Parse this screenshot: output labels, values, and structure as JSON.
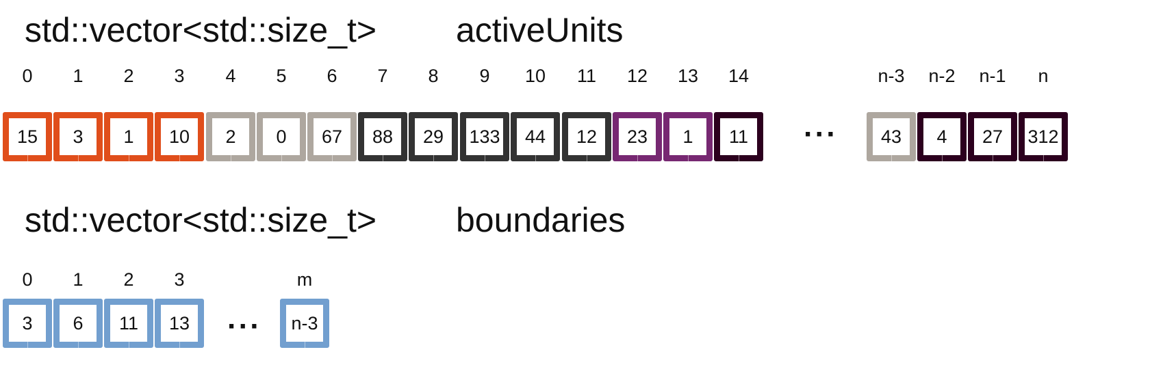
{
  "active_units": {
    "type_label": "std::vector<std::size_t>",
    "var_label": "activeUnits",
    "cells": [
      {
        "index": "0",
        "value": "15",
        "color": "#e04e1b"
      },
      {
        "index": "1",
        "value": "3",
        "color": "#e04e1b"
      },
      {
        "index": "2",
        "value": "1",
        "color": "#e04e1b"
      },
      {
        "index": "3",
        "value": "10",
        "color": "#e04e1b"
      },
      {
        "index": "4",
        "value": "2",
        "color": "#aea79f"
      },
      {
        "index": "5",
        "value": "0",
        "color": "#aea79f"
      },
      {
        "index": "6",
        "value": "67",
        "color": "#aea79f"
      },
      {
        "index": "7",
        "value": "88",
        "color": "#333333"
      },
      {
        "index": "8",
        "value": "29",
        "color": "#333333"
      },
      {
        "index": "9",
        "value": "133",
        "color": "#333333"
      },
      {
        "index": "10",
        "value": "44",
        "color": "#333333"
      },
      {
        "index": "11",
        "value": "12",
        "color": "#333333"
      },
      {
        "index": "12",
        "value": "23",
        "color": "#772872"
      },
      {
        "index": "13",
        "value": "1",
        "color": "#772872"
      },
      {
        "index": "14",
        "value": "11",
        "color": "#2c001e"
      },
      {
        "index": "n-3",
        "value": "43",
        "color": "#aea79f"
      },
      {
        "index": "n-2",
        "value": "4",
        "color": "#2c001e"
      },
      {
        "index": "n-1",
        "value": "27",
        "color": "#2c001e"
      },
      {
        "index": "n",
        "value": "312",
        "color": "#2c001e"
      }
    ],
    "ellipsis": "···"
  },
  "boundaries": {
    "type_label": "std::vector<std::size_t>",
    "var_label": "boundaries",
    "cells": [
      {
        "index": "0",
        "value": "3",
        "color": "#729fcf"
      },
      {
        "index": "1",
        "value": "6",
        "color": "#729fcf"
      },
      {
        "index": "2",
        "value": "11",
        "color": "#729fcf"
      },
      {
        "index": "3",
        "value": "13",
        "color": "#729fcf"
      },
      {
        "index": "m",
        "value": "n-3",
        "color": "#729fcf"
      }
    ],
    "ellipsis": "···"
  }
}
